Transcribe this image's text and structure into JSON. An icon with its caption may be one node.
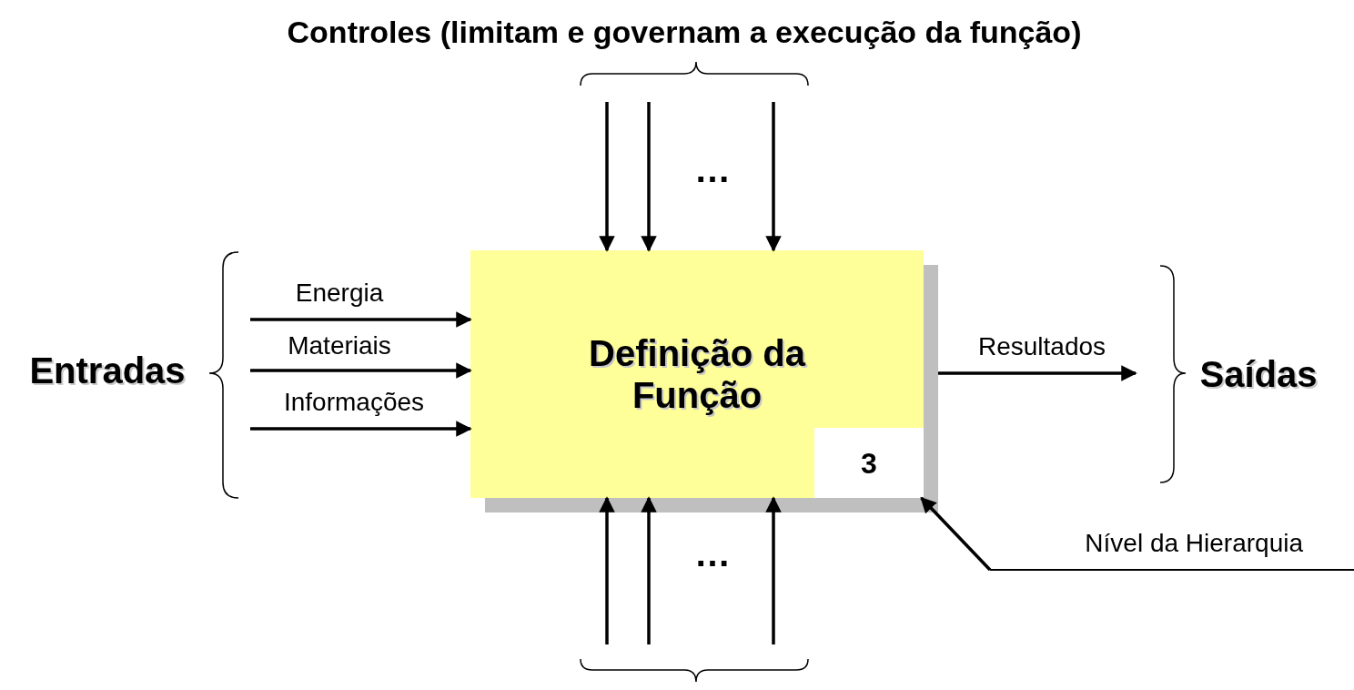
{
  "diagram": {
    "nodes": [
      {
        "text": [
          "Definição da Função"
        ]
      },
      {
        "text": [
          "3"
        ],
        "in": 0
      },
      {
        "text": [
          "Nível da Hierarquia"
        ]
      }
    ],
    "edges": [
      {
        "from": null,
        "to": 0,
        "arrow": "to",
        "label": "Energia"
      },
      {
        "from": null,
        "to": 0,
        "arrow": "to",
        "label": "Materiais"
      },
      {
        "from": null,
        "to": 0,
        "arrow": "to",
        "label": "Informações"
      },
      {
        "from": 0,
        "to": null,
        "arrow": "to",
        "label": "Resultados"
      },
      {
        "from": null,
        "to": 0,
        "arrow": "to"
      },
      {
        "from": null,
        "to": 0,
        "arrow": "to"
      },
      {
        "from": null,
        "to": 0,
        "arrow": "to"
      },
      {
        "from": null,
        "to": 0,
        "arrow": "to"
      },
      {
        "from": null,
        "to": 0,
        "arrow": "to"
      },
      {
        "from": null,
        "to": 0,
        "arrow": "to"
      },
      {
        "from": 2,
        "to": 1,
        "arrow": "to"
      }
    ],
    "labels": [
      "Controles (limitam e governam a execução da função)",
      "…",
      "Entradas",
      "Saídas",
      "…"
    ]
  }
}
